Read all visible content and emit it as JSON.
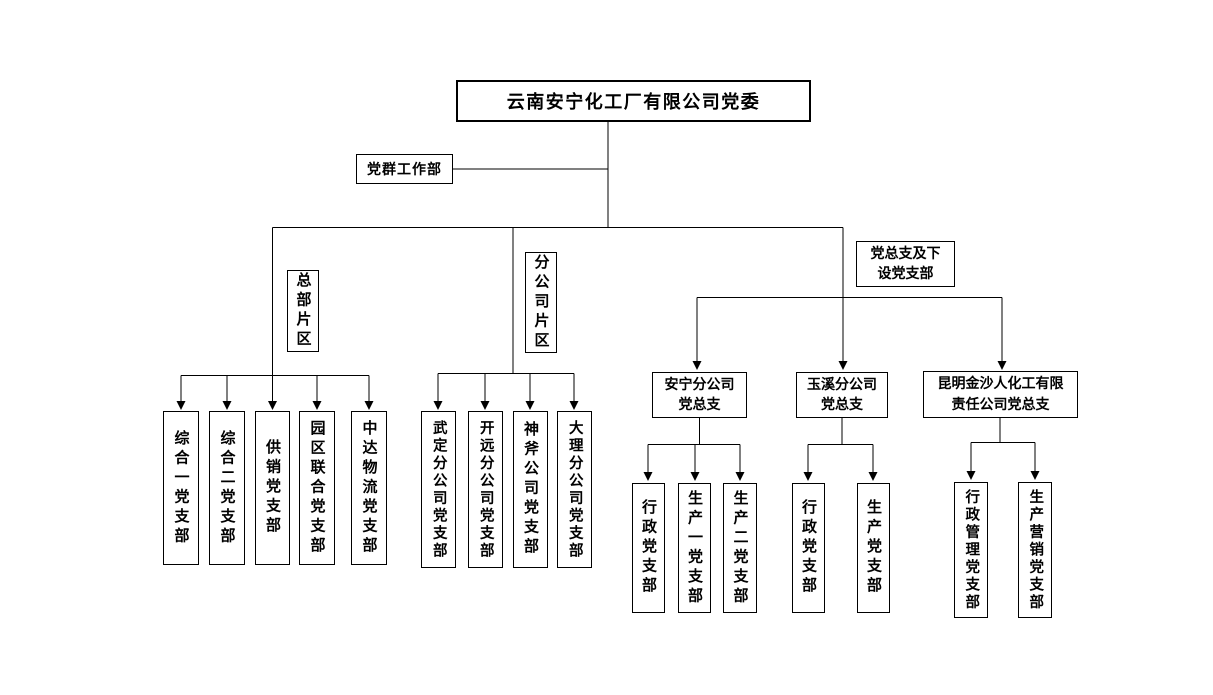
{
  "page": {
    "background": "#ffffff",
    "line_color": "#000000"
  },
  "chart": {
    "title": "云南安宁化工厂有限公司党委",
    "staff_department": "党群工作部",
    "sections": {
      "hq": {
        "label": "总部片区",
        "items": [
          "综合一党支部",
          "综合二党支部",
          "供销党支部",
          "园区联合党支部",
          "中达物流党支部"
        ]
      },
      "branch": {
        "label": "分公司片区",
        "items": [
          "武定分公司党支部",
          "开远分公司党支部",
          "神斧公司党支部",
          "大理分公司党支部"
        ]
      },
      "general": {
        "label_line1": "党总支及下",
        "label_line2": "设党支部",
        "groups": [
          {
            "line1": "安宁分公司",
            "line2": "党总支",
            "items": [
              "行政党支部",
              "生产一党支部",
              "生产二党支部"
            ]
          },
          {
            "line1": "玉溪分公司",
            "line2": "党总支",
            "items": [
              "行政党支部",
              "生产党支部"
            ]
          },
          {
            "line1": "昆明金沙人化工有限",
            "line2": "责任公司党总支",
            "items": [
              "行政管理党支部",
              "生产营销党支部"
            ]
          }
        ]
      }
    }
  }
}
